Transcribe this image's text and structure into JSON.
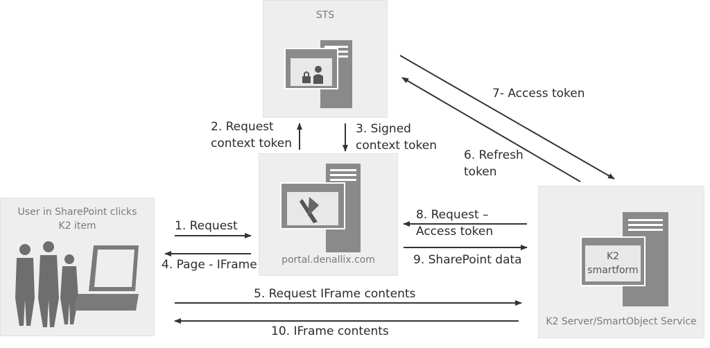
{
  "nodes": {
    "sts": {
      "label": "STS"
    },
    "portal": {
      "label": "portal.denallix.com"
    },
    "user": {
      "label_line1": "User in SharePoint clicks",
      "label_line2": "K2 item"
    },
    "k2": {
      "label": "K2 Server/SmartObject Service",
      "screen_line1": "K2",
      "screen_line2": "smartform"
    }
  },
  "steps": {
    "s1": "1. Request",
    "s2_line1": "2. Request",
    "s2_line2": "context token",
    "s3_line1": "3. Signed",
    "s3_line2": "context token",
    "s4": "4. Page - IFrame",
    "s5": "5. Request IFrame contents",
    "s6_line1": "6. Refresh",
    "s6_line2": "token",
    "s7": "7- Access token",
    "s8_line1": "8. Request –",
    "s8_line2": "Access token",
    "s9": "9. SharePoint data",
    "s10": "10. IFrame contents"
  },
  "colors": {
    "panel": "#eeeeee",
    "server": "#8a8a8a",
    "arrow": "#333333",
    "text": "#2b2b2b"
  }
}
